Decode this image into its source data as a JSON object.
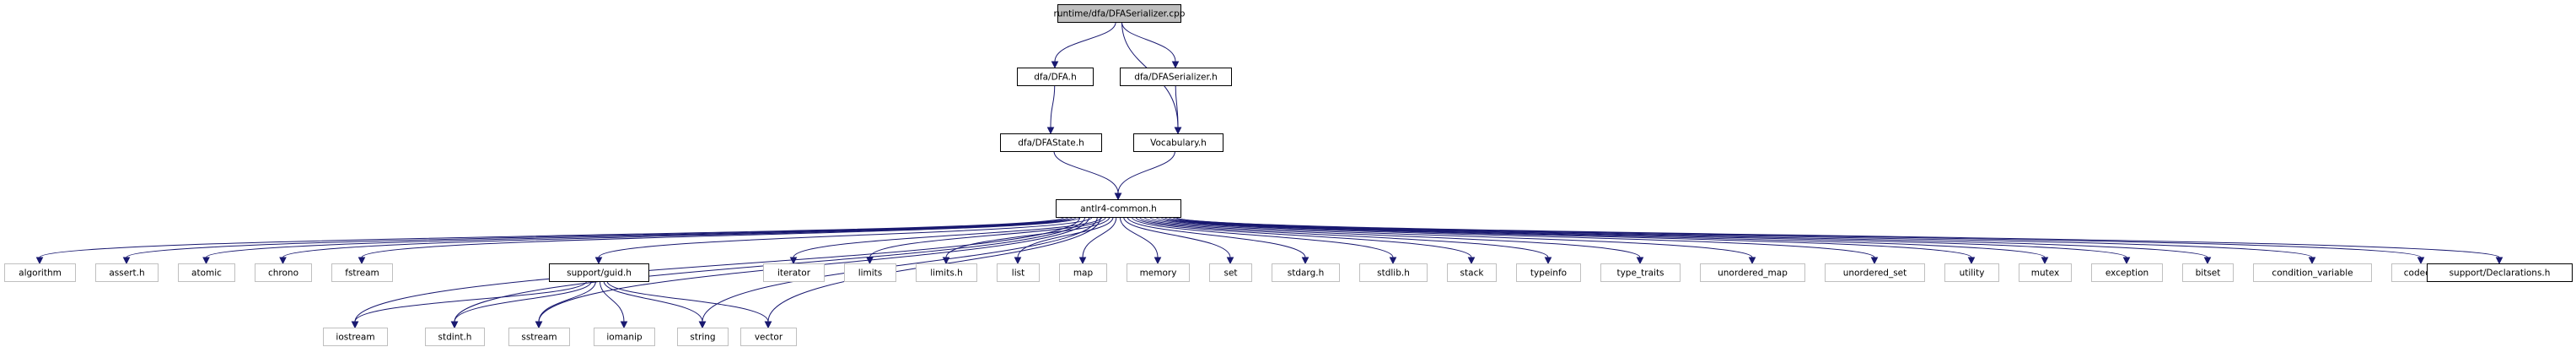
{
  "graph": {
    "root": "runtime/dfa/DFASerializer.cpp",
    "nodes": [
      {
        "id": "root",
        "label": "runtime/dfa/DFASerializer.cpp",
        "style": "root"
      },
      {
        "id": "dfah",
        "label": "dfa/DFA.h",
        "style": "doc"
      },
      {
        "id": "dfaserh",
        "label": "dfa/DFASerializer.h",
        "style": "doc"
      },
      {
        "id": "dfastate",
        "label": "dfa/DFAState.h",
        "style": "doc"
      },
      {
        "id": "vocab",
        "label": "Vocabulary.h",
        "style": "doc"
      },
      {
        "id": "common",
        "label": "antlr4-common.h",
        "style": "doc"
      },
      {
        "id": "algorithm",
        "label": "algorithm",
        "style": "sys"
      },
      {
        "id": "asserth",
        "label": "assert.h",
        "style": "sys"
      },
      {
        "id": "atomic",
        "label": "atomic",
        "style": "sys"
      },
      {
        "id": "chrono",
        "label": "chrono",
        "style": "sys"
      },
      {
        "id": "fstream",
        "label": "fstream",
        "style": "sys"
      },
      {
        "id": "guid",
        "label": "support/guid.h",
        "style": "doc"
      },
      {
        "id": "iterator",
        "label": "iterator",
        "style": "sys"
      },
      {
        "id": "limits",
        "label": "limits",
        "style": "sys"
      },
      {
        "id": "limitsh",
        "label": "limits.h",
        "style": "sys"
      },
      {
        "id": "list",
        "label": "list",
        "style": "sys"
      },
      {
        "id": "map",
        "label": "map",
        "style": "sys"
      },
      {
        "id": "memory",
        "label": "memory",
        "style": "sys"
      },
      {
        "id": "set",
        "label": "set",
        "style": "sys"
      },
      {
        "id": "stdargh",
        "label": "stdarg.h",
        "style": "sys"
      },
      {
        "id": "stdlibh",
        "label": "stdlib.h",
        "style": "sys"
      },
      {
        "id": "stack",
        "label": "stack",
        "style": "sys"
      },
      {
        "id": "typeinfo",
        "label": "typeinfo",
        "style": "sys"
      },
      {
        "id": "type_traits",
        "label": "type_traits",
        "style": "sys"
      },
      {
        "id": "unordered_map",
        "label": "unordered_map",
        "style": "sys"
      },
      {
        "id": "unordered_set",
        "label": "unordered_set",
        "style": "sys"
      },
      {
        "id": "utility",
        "label": "utility",
        "style": "sys"
      },
      {
        "id": "mutex",
        "label": "mutex",
        "style": "sys"
      },
      {
        "id": "exception",
        "label": "exception",
        "style": "sys"
      },
      {
        "id": "bitset",
        "label": "bitset",
        "style": "sys"
      },
      {
        "id": "condition_variable",
        "label": "condition_variable",
        "style": "sys"
      },
      {
        "id": "codecvt",
        "label": "codecvt",
        "style": "sys"
      },
      {
        "id": "decl",
        "label": "support/Declarations.h",
        "style": "doc"
      },
      {
        "id": "iostream",
        "label": "iostream",
        "style": "sys"
      },
      {
        "id": "stdinth",
        "label": "stdint.h",
        "style": "sys"
      },
      {
        "id": "sstream",
        "label": "sstream",
        "style": "sys"
      },
      {
        "id": "iomanip",
        "label": "iomanip",
        "style": "sys"
      },
      {
        "id": "string",
        "label": "string",
        "style": "sys"
      },
      {
        "id": "vector",
        "label": "vector",
        "style": "sys"
      }
    ],
    "edges": [
      [
        "root",
        "dfah"
      ],
      [
        "root",
        "dfaserh"
      ],
      [
        "root",
        "vocab"
      ],
      [
        "dfah",
        "dfastate"
      ],
      [
        "dfaserh",
        "vocab"
      ],
      [
        "dfastate",
        "common"
      ],
      [
        "vocab",
        "common"
      ],
      [
        "common",
        "algorithm"
      ],
      [
        "common",
        "asserth"
      ],
      [
        "common",
        "atomic"
      ],
      [
        "common",
        "chrono"
      ],
      [
        "common",
        "fstream"
      ],
      [
        "common",
        "iostream"
      ],
      [
        "common",
        "stdinth"
      ],
      [
        "common",
        "sstream"
      ],
      [
        "common",
        "guid"
      ],
      [
        "common",
        "string"
      ],
      [
        "common",
        "vector"
      ],
      [
        "common",
        "iterator"
      ],
      [
        "common",
        "limits"
      ],
      [
        "common",
        "limitsh"
      ],
      [
        "common",
        "list"
      ],
      [
        "common",
        "map"
      ],
      [
        "common",
        "memory"
      ],
      [
        "common",
        "set"
      ],
      [
        "common",
        "stdargh"
      ],
      [
        "common",
        "stdlibh"
      ],
      [
        "common",
        "stack"
      ],
      [
        "common",
        "typeinfo"
      ],
      [
        "common",
        "type_traits"
      ],
      [
        "common",
        "unordered_map"
      ],
      [
        "common",
        "unordered_set"
      ],
      [
        "common",
        "utility"
      ],
      [
        "common",
        "mutex"
      ],
      [
        "common",
        "exception"
      ],
      [
        "common",
        "bitset"
      ],
      [
        "common",
        "condition_variable"
      ],
      [
        "common",
        "codecvt"
      ],
      [
        "common",
        "decl"
      ],
      [
        "guid",
        "iostream"
      ],
      [
        "guid",
        "stdinth"
      ],
      [
        "guid",
        "sstream"
      ],
      [
        "guid",
        "iomanip"
      ],
      [
        "guid",
        "string"
      ],
      [
        "guid",
        "vector"
      ]
    ],
    "colors": {
      "root_fill": "#bfbfbf",
      "edge": "#191970",
      "doc_border": "#000000",
      "sys_border": "#bfbfbf",
      "text": "#000000"
    }
  }
}
